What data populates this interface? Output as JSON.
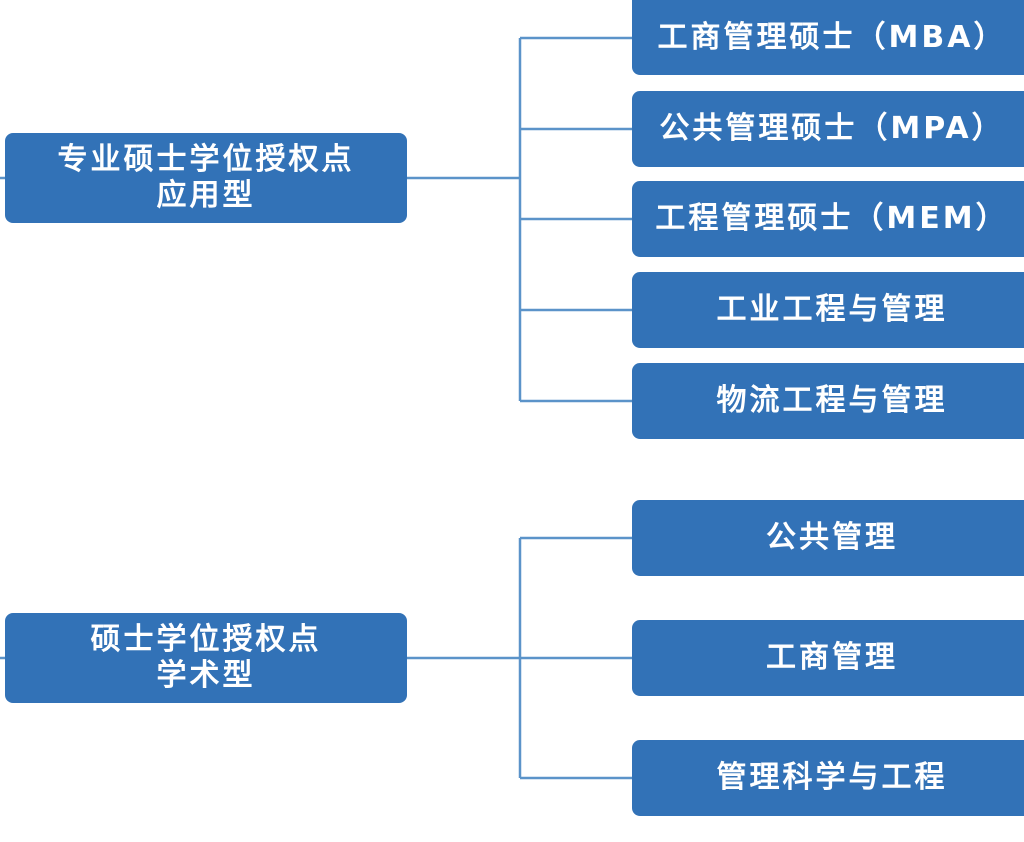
{
  "groups": [
    {
      "title_line1": "专业硕士学位授权点",
      "title_line2": "应用型",
      "items": [
        "工商管理硕士（MBA）",
        "公共管理硕士（MPA）",
        "工程管理硕士（MEM）",
        "工业工程与管理",
        "物流工程与管理"
      ]
    },
    {
      "title_line1": "硕士学位授权点",
      "title_line2": "学术型",
      "items": [
        "公共管理",
        "工商管理",
        "管理科学与工程"
      ]
    }
  ],
  "colors": {
    "node_fill": "#3272b7",
    "connector": "#5b93c9",
    "text": "#ffffff"
  }
}
